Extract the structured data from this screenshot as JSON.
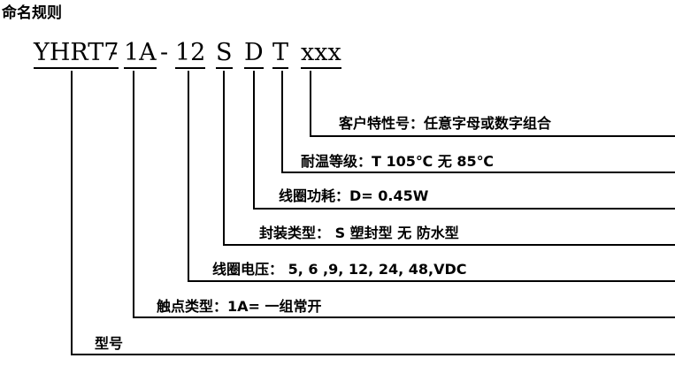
{
  "heading": "命名规则",
  "code": {
    "model": "YHRT7",
    "contact_prefix": "-",
    "contact": "1A",
    "voltage_prefix": "-",
    "voltage": "12",
    "seal": "S",
    "power": "D",
    "temperature": "T",
    "custom": "xxx"
  },
  "labels": {
    "custom": "客户特性号：任意字母或数字组合",
    "temperature": "耐温等级：T 105℃ 无 85℃",
    "power": "线圈功耗：D= 0.45W",
    "seal": "封装类型： S 塑封型  无 防水型",
    "voltage": "线圈电压： 5, 6 ,9, 12, 24, 48,VDC",
    "contact": "触点类型：1A= 一组常开",
    "model": "型号"
  }
}
